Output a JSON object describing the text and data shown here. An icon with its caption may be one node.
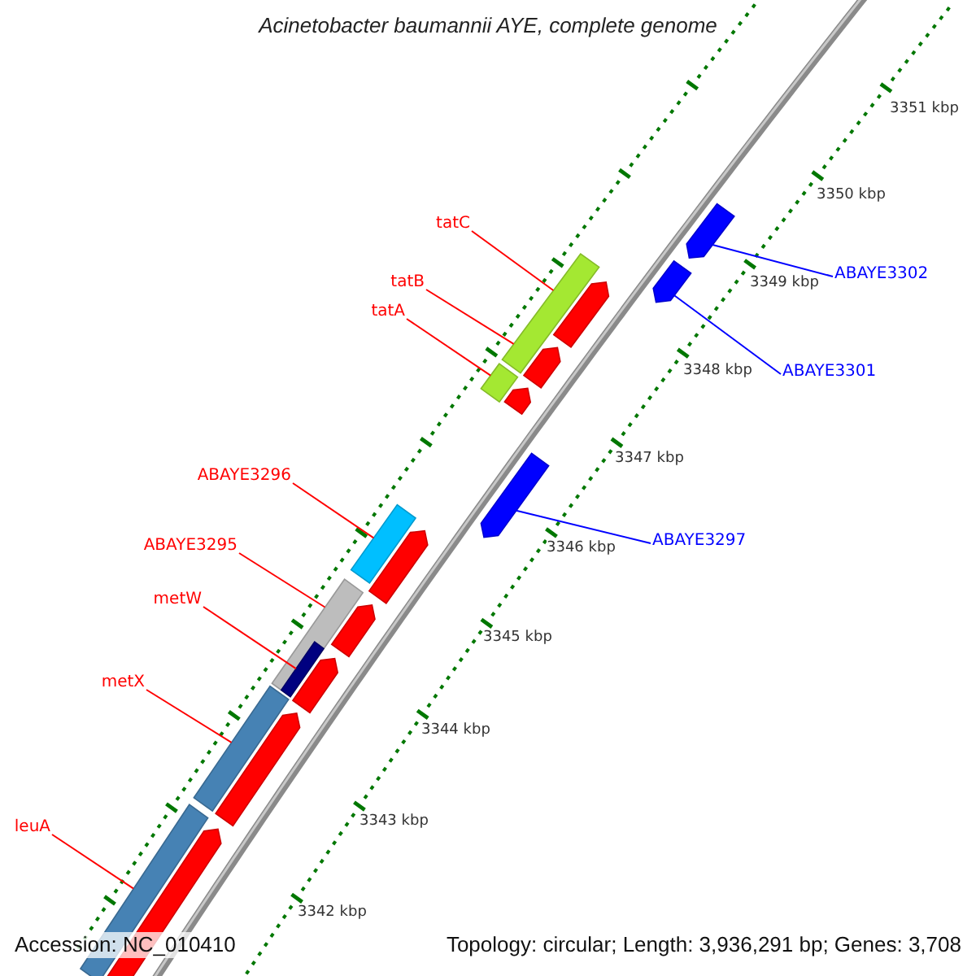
{
  "diagram": {
    "title": "Acinetobacter baumannii AYE, complete genome",
    "nodes": [
      {
        "text": [
          "tatC"
        ]
      },
      {
        "text": [
          "tatB"
        ]
      },
      {
        "text": [
          "tatA"
        ]
      },
      {
        "text": [
          "ABAYE3302"
        ]
      },
      {
        "text": [
          "ABAYE3301"
        ]
      },
      {
        "text": [
          "ABAYE3296"
        ]
      },
      {
        "text": [
          "ABAYE3295"
        ]
      },
      {
        "text": [
          "ABAYE3297"
        ]
      },
      {
        "text": [
          "metW"
        ]
      },
      {
        "text": [
          "metX"
        ]
      },
      {
        "text": [
          "leuA"
        ]
      },
      {
        "text": [],
        "shape": "pentagon"
      },
      {
        "text": [],
        "shape": "pentagon"
      },
      {
        "text": [],
        "shape": "bar"
      },
      {
        "text": [],
        "shape": "pentagon"
      },
      {
        "text": [],
        "shape": "pentagon"
      },
      {
        "text": [],
        "shape": "bar"
      },
      {
        "text": [],
        "shape": "pentagon"
      },
      {
        "text": [],
        "shape": "pentagon"
      },
      {
        "text": [],
        "shape": "bar"
      },
      {
        "text": [],
        "shape": "pentagon"
      },
      {
        "text": [],
        "shape": "bar"
      },
      {
        "text": [],
        "shape": "pentagon"
      },
      {
        "text": [],
        "shape": "bar",
        "in": 21
      },
      {
        "text": [],
        "shape": "pentagon"
      },
      {
        "text": [],
        "shape": "bar"
      },
      {
        "text": [],
        "shape": "pentagon"
      },
      {
        "text": [],
        "shape": "bar"
      },
      {
        "text": [],
        "shape": "pentagon"
      }
    ],
    "edges": [
      {
        "from": 0,
        "to": 13,
        "arrow": "none"
      },
      {
        "from": 1,
        "to": 13,
        "arrow": "none"
      },
      {
        "from": 2,
        "to": 16,
        "arrow": "none"
      },
      {
        "from": 3,
        "to": 11,
        "arrow": "none",
        "color": "#0000ff"
      },
      {
        "from": 4,
        "to": 12,
        "arrow": "none",
        "color": "#0000ff"
      },
      {
        "from": 5,
        "to": 19,
        "arrow": "none"
      },
      {
        "from": 6,
        "to": 21,
        "arrow": "none"
      },
      {
        "from": 7,
        "to": 18,
        "arrow": "none",
        "color": "#0000ff"
      },
      {
        "from": 8,
        "to": 23,
        "arrow": "none"
      },
      {
        "from": 9,
        "to": 25,
        "arrow": "none"
      },
      {
        "from": 10,
        "to": 27,
        "arrow": "none"
      }
    ],
    "labels": [
      "3351 kbp",
      "3350 kbp",
      "3349 kbp",
      "3348 kbp",
      "3347 kbp",
      "3346 kbp",
      "3345 kbp",
      "3344 kbp",
      "3343 kbp",
      "3342 kbp",
      "Accession: NC_010410",
      "Topology: circular; Length: 3,936,291 bp; Genes: 3,708"
    ]
  }
}
